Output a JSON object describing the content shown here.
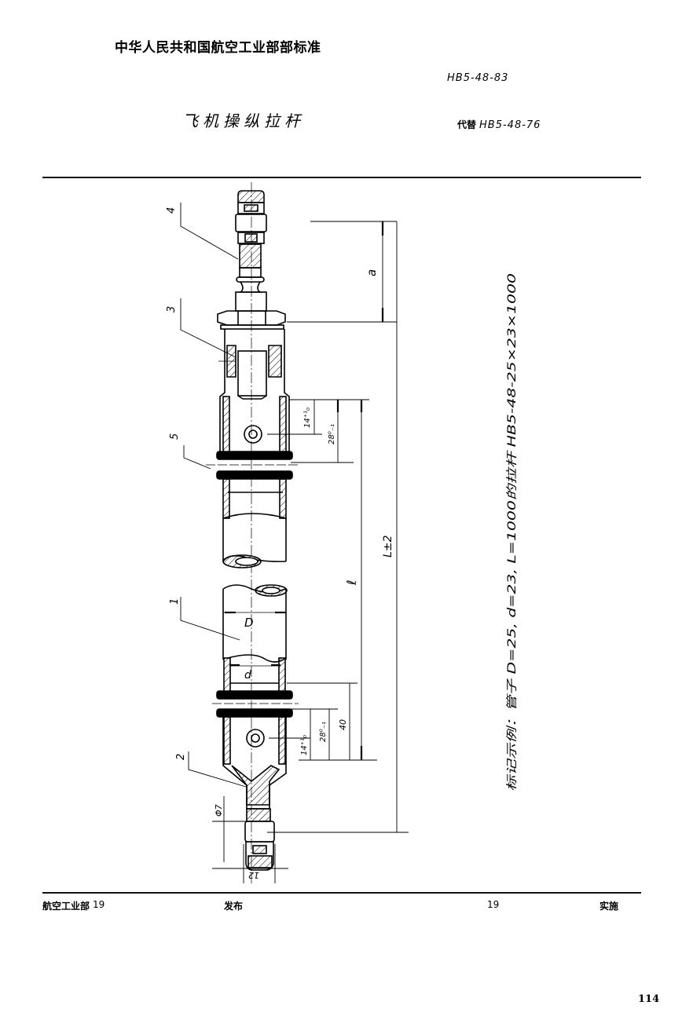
{
  "header": {
    "standard_title": "中华人民共和国航空工业部部标准",
    "standard_number": "HB5-48-83",
    "document_title": "飞机操纵拉杆",
    "replaces_label": "代替",
    "replaces_number": "HB5-48-76"
  },
  "drawing": {
    "part_labels": [
      "1",
      "2",
      "3",
      "4",
      "5"
    ],
    "dimensions": {
      "a": "a",
      "L": "L±2",
      "l": "ℓ",
      "D": "D",
      "d": "d",
      "dim_14": "14⁺¹₀",
      "dim_28": "28⁰₋₁",
      "dim_40": "40",
      "dim_phi7": "Φ7",
      "dim_12": "12"
    },
    "marking_example": "标记示例：管子 D=25, d=23, L=1000的拉杆 HB5-48-25×23×1000"
  },
  "footer": {
    "issuer": "航空工业部",
    "issue_year": "19",
    "issue_label": "发布",
    "implementation_year": "19",
    "implementation_label": "实施"
  },
  "page_number": "114"
}
